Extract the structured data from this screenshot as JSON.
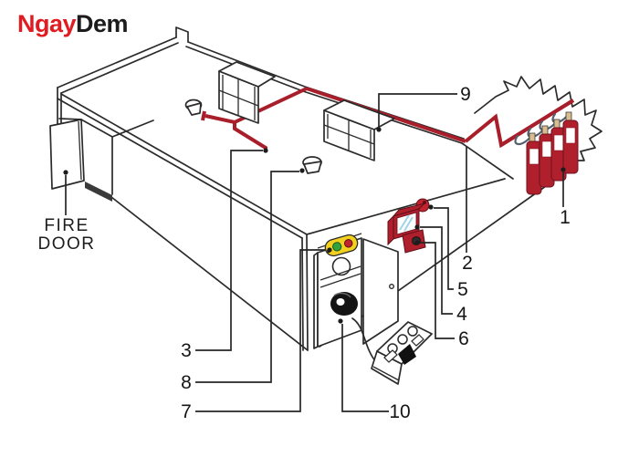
{
  "logo": {
    "ngay": "Ngay",
    "dem": "Dem"
  },
  "fire_door": {
    "line1": "FIRE",
    "line2": "DOOR"
  },
  "callouts": {
    "c1": "1",
    "c2": "2",
    "c3": "3",
    "c4": "4",
    "c5": "5",
    "c6": "6",
    "c7": "7",
    "c8": "8",
    "c9": "9",
    "c10": "10"
  },
  "colors": {
    "pipe_red": "#a81f2b",
    "cylinder_red": "#b01f2c",
    "valve_tan": "#d9bd8e",
    "device_yellow": "#f2d11e",
    "indicator_green": "#33a23d",
    "indicator_red": "#c2242e",
    "screen_blue": "#9fd4e8",
    "logo_red": "#e11b22",
    "logo_black": "#1c1c1c",
    "line_black": "#2b2b2b"
  }
}
